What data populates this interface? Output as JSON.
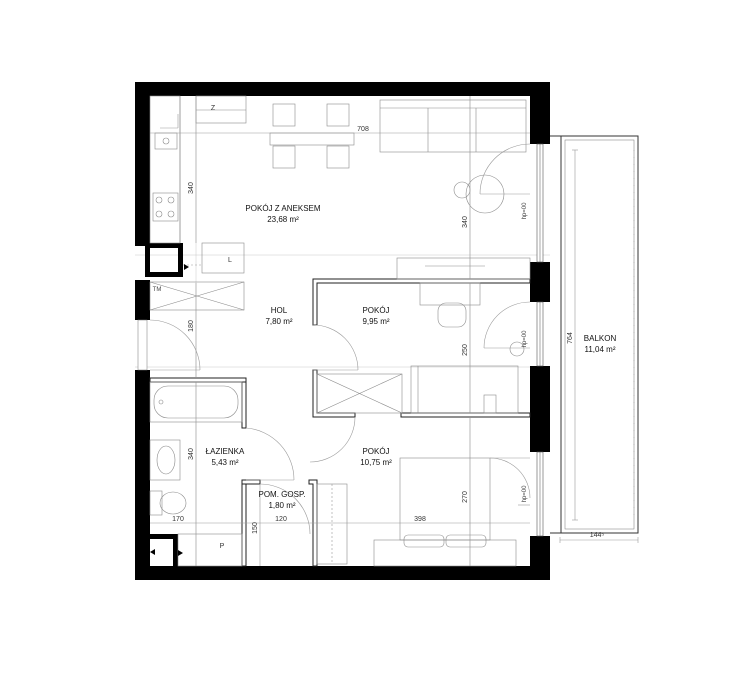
{
  "rooms": {
    "living": {
      "name": "POKÓJ Z ANEKSEM",
      "area": "23,68 m²"
    },
    "hall": {
      "name": "HOL",
      "area": "7,80 m²"
    },
    "room1": {
      "name": "POKÓJ",
      "area": "9,95 m²"
    },
    "room2": {
      "name": "POKÓJ",
      "area": "10,75 m²"
    },
    "bathroom": {
      "name": "ŁAZIENKA",
      "area": "5,43 m²"
    },
    "utility": {
      "name": "POM. GOSP.",
      "area": "1,80 m²"
    },
    "balcony": {
      "name": "BALKON",
      "area": "11,04 m²"
    }
  },
  "dimensions": {
    "d708": "708",
    "d340_living_left": "340",
    "d340_living_right": "340",
    "d180": "180",
    "d250": "250",
    "d340_bath": "340",
    "d270": "270",
    "d764": "764",
    "d170": "170",
    "d120": "120",
    "d398": "398",
    "d150": "150",
    "d144": "144⁵"
  },
  "symbols": {
    "z": "Z",
    "l": "L",
    "tm": "TM",
    "p": "P",
    "hp1": "hp=00",
    "hp2": "hp=00",
    "hp3": "hp=00"
  }
}
